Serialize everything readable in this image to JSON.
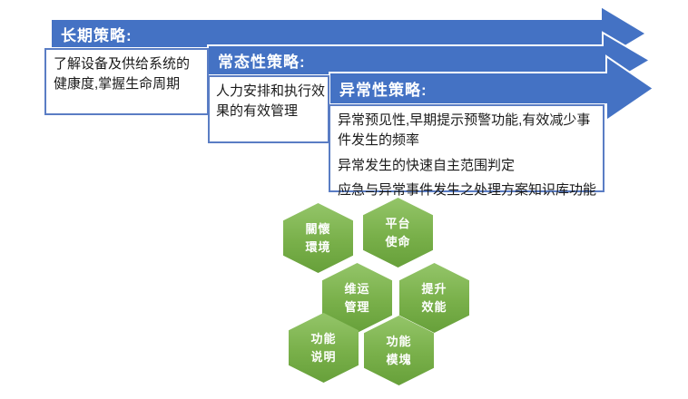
{
  "banners": [
    {
      "title": "长期策略:",
      "body": "了解设备及供给系统的健康度,掌握生命周期"
    },
    {
      "title": "常态性策略:",
      "body": "人力安排和执行效果的有效管理"
    },
    {
      "title": "异常性策略:",
      "lines": [
        "异常预见性,早期提示预警功能,有效减少事件发生的频率",
        "异常发生的快速自主范围判定",
        "应急与异常事件发生之处理方案知识库功能"
      ]
    }
  ],
  "hexagons": [
    {
      "id": "care-environment",
      "label": "關懷\n環境"
    },
    {
      "id": "platform-mission",
      "label": "平台\n使命"
    },
    {
      "id": "operations-management",
      "label": "维运\n管理"
    },
    {
      "id": "efficiency-improvement",
      "label": "提升\n效能"
    },
    {
      "id": "function-description",
      "label": "功能\n说明"
    },
    {
      "id": "function-module",
      "label": "功能\n模塊"
    }
  ],
  "colors": {
    "arrow_blue": "#4472C4",
    "box_border_blue": "#5a7dc4",
    "hex_green_top": "#94c569",
    "hex_green_bottom": "#67a03a",
    "banner_text": "#ffffff",
    "body_text": "#1a1a1a"
  }
}
